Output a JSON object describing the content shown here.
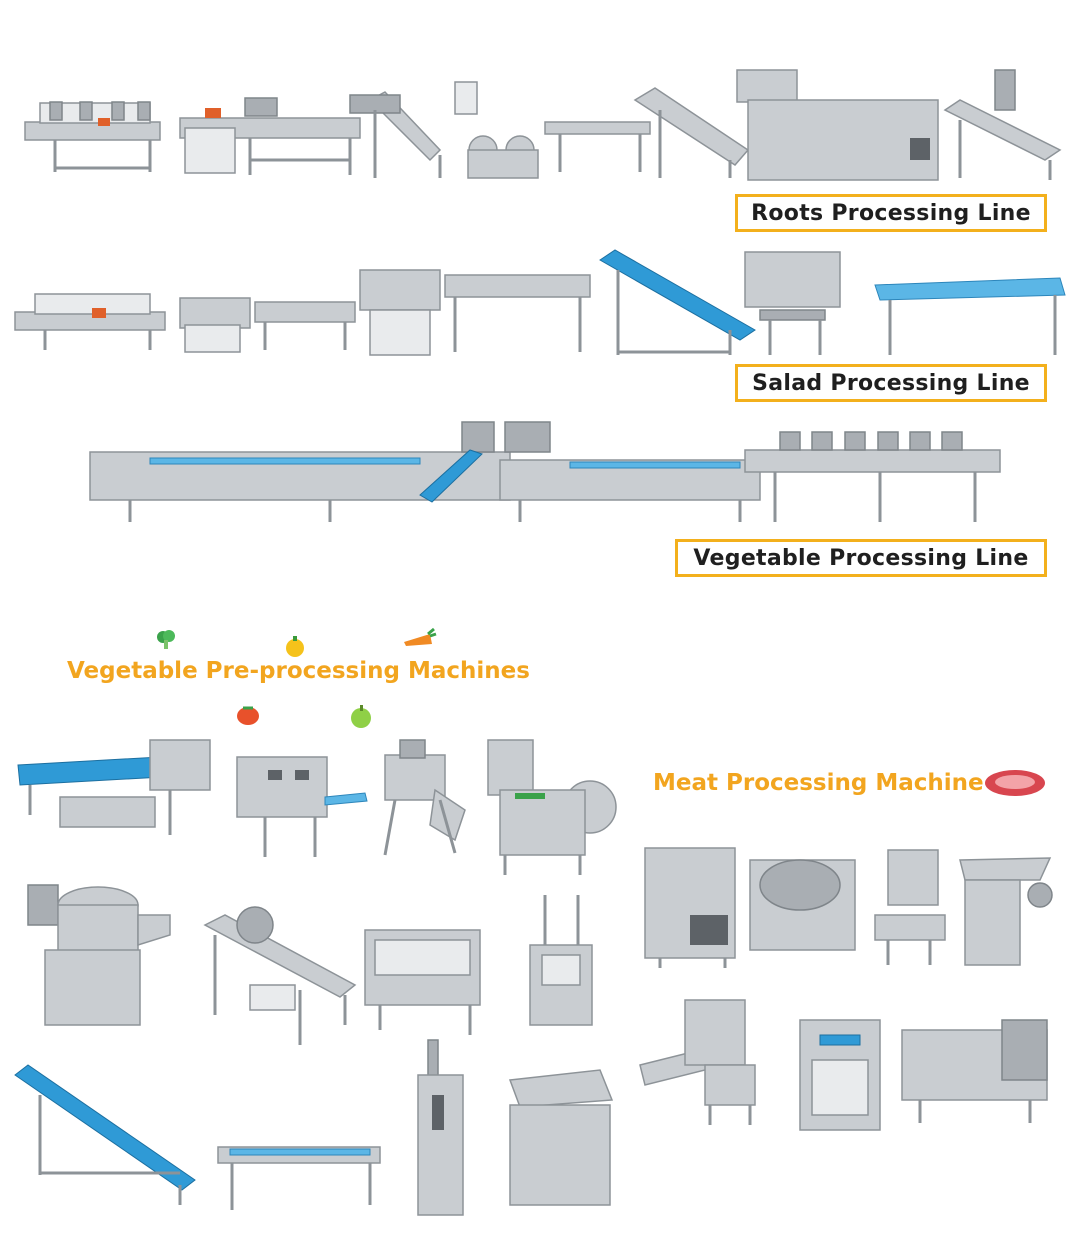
{
  "lines": {
    "roots": "Roots Processing Line",
    "salad": "Salad Processing Line",
    "vegetable": "Vegetable Processing Line"
  },
  "headings": {
    "preprocessing": "Vegetable Pre-processing Machines",
    "meat": "Meat Processing Machine"
  },
  "colors": {
    "accent": "#f2a51f",
    "label_border": "#f3b01c",
    "belt": "#2f9ad6",
    "steel": "#c9cdd1"
  },
  "icons": [
    "broccoli-icon",
    "pepper-icon",
    "carrot-icon",
    "tomato-icon",
    "apple-icon",
    "steak-icon"
  ]
}
